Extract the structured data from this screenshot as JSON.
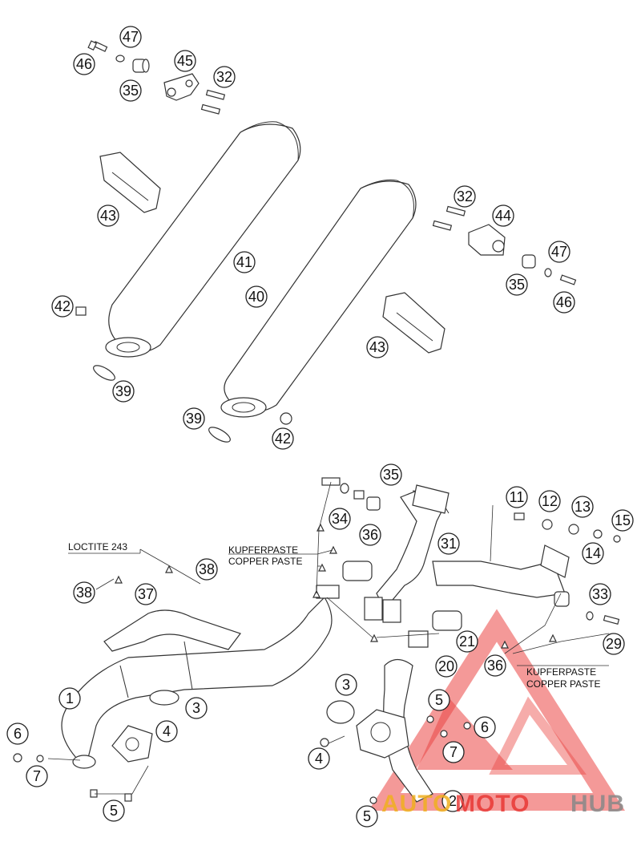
{
  "callouts": {
    "c46a": "46",
    "c47a": "47",
    "c35a": "35",
    "c45": "45",
    "c32a": "32",
    "c43a": "43",
    "c41": "41",
    "c40": "40",
    "c42a": "42",
    "c39a": "39",
    "c39b": "39",
    "c42b": "42",
    "c32b": "32",
    "c44": "44",
    "c47b": "47",
    "c35b": "35",
    "c46b": "46",
    "c43b": "43",
    "c35c": "35",
    "c34": "34",
    "c36a": "36",
    "c31": "31",
    "c11": "11",
    "c12": "12",
    "c13": "13",
    "c15": "15",
    "c14": "14",
    "c33": "33",
    "c29": "29",
    "c21": "21",
    "c20": "20",
    "c36b": "36",
    "c38a": "38",
    "c38b": "38",
    "c37": "37",
    "c1": "1",
    "c3a": "3",
    "c4a": "4",
    "c6a": "6",
    "c7a": "7",
    "c5a": "5",
    "c3b": "3",
    "c5b": "5",
    "c6b": "6",
    "c4b": "4",
    "c7b": "7",
    "c2": "2",
    "c5c": "5"
  },
  "notes": {
    "loctite": "LOCTITE 243",
    "kupfer_top": "KUPFERPASTE",
    "copper_top": "COPPER PASTE",
    "kupfer_bottom": "KUPFERPASTE",
    "copper_bottom": "COPPER PASTE"
  },
  "logo": {
    "text": "AUTOMOTOHUB",
    "color_main": "#e8322f",
    "color_light": "#f2a6a4",
    "color_accent": "#f0b020",
    "color_gray": "#888888"
  }
}
